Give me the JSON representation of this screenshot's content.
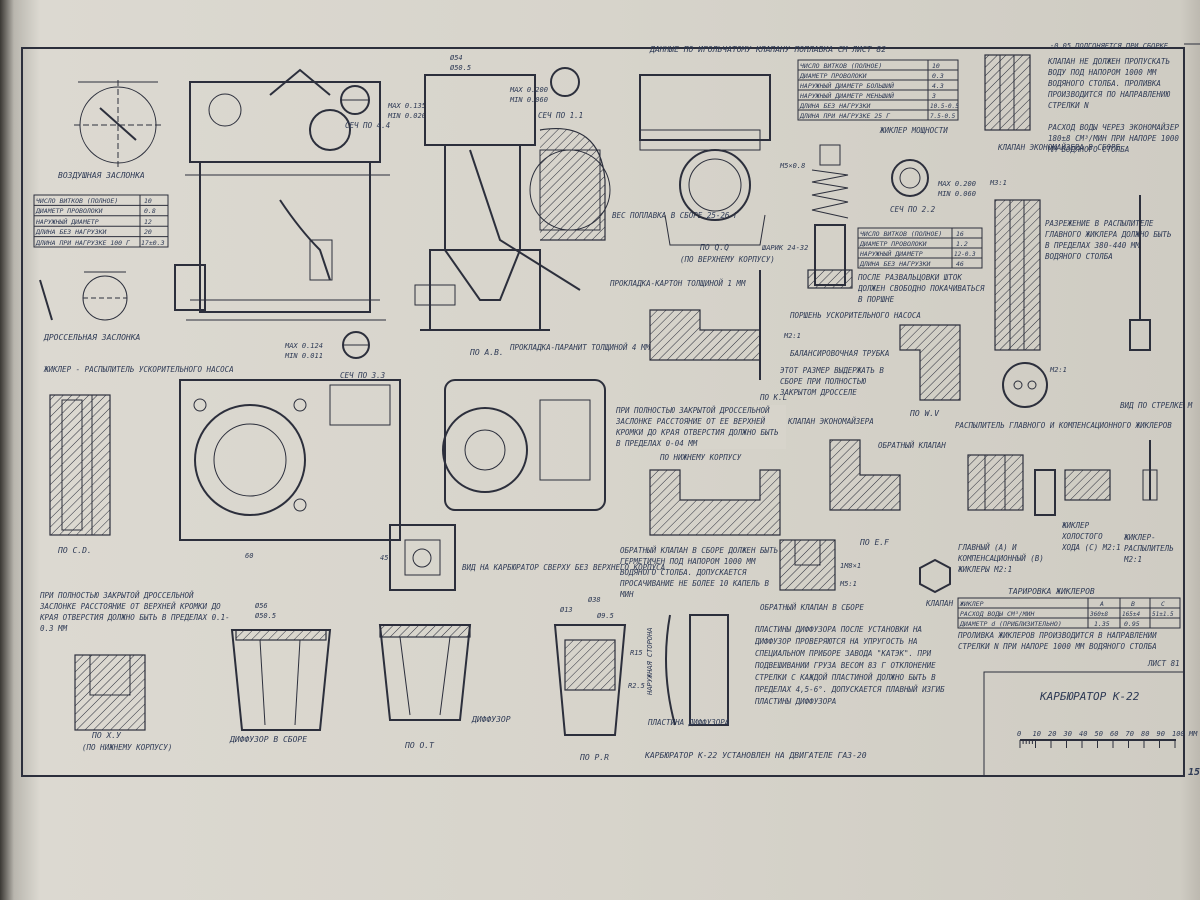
{
  "sheet": {
    "title_block": {
      "title": "КАРБЮРАТОР К-22",
      "sheet": "ЛИСТ 81",
      "page_number": "15",
      "scale_ticks": [
        "0",
        "10",
        "20",
        "30",
        "40",
        "50",
        "60",
        "70",
        "80",
        "90",
        "100 ММ"
      ]
    },
    "bottom_note": "КАРБЮРАТОР К-22 УСТАНОВЛЕН НА ДВИГАТЕЛЕ ГАЗ-20"
  },
  "views": {
    "air_damper": "ВОЗДУШНАЯ ЗАСЛОНКА",
    "throttle": "ДРОССЕЛЬНАЯ ЗАСЛОНКА",
    "accel_jet": "ЖИКЛЕР - РАСПЫЛИТЕЛЬ УСКОРИТЕЛЬНОГО НАСОСА",
    "sec_33": "СЕЧ ПО 3.3",
    "sec_44": "СЕЧ ПО 4.4",
    "sec_11": "СЕЧ ПО 1.1",
    "sec_22": "СЕЧ ПО 2.2",
    "view_ab": "ПО А.В.",
    "view_cd": "ПО С.D.",
    "view_qq": "ПО Q.Q",
    "view_kl": "ПО К.L",
    "view_wv": "ПО W.V",
    "view_ef": "ПО Е.F",
    "view_xy": "ПО Х.У",
    "view_xy_sub": "(ПО НИЖНЕМУ КОРПУСУ)",
    "view_ot": "ПО О.Т",
    "view_pr": "ПО Р.R",
    "view_top": "ВИД НА КАРБЮРАТОР СВЕРХУ БЕЗ ВЕРХНЕГО КОРПУСА",
    "view_lower": "ПО НИЖНЕМУ КОРПУСУ",
    "view_upper": "(ПО ВЕРХНЕМУ КОРПУСУ)",
    "view_m": "ВИД ПО СТРЕЛКЕ М",
    "diffuser_asm": "ДИФФУЗОР В СБОРЕ",
    "diffuser": "ДИФФУЗОР",
    "diffuser_plate": "ПЛАСТИНА ДИФФУЗОРА",
    "outer_side": "НАРУЖНАЯ СТОРОНА",
    "valve": "КЛАПАН",
    "check_valve": "ОБРАТНЫЙ КЛАПАН",
    "check_valve_asm": "ОБРАТНЫЙ КЛАПАН В СБОРЕ",
    "balance_tube": "БАЛАНСИРОВОЧНАЯ ТРУБКА",
    "econ_valve": "КЛАПАН ЭКОНОМАЙЗЕРА",
    "econ_valve_asm": "КЛАПАН ЭКОНОМАЙЗЕРА В СБОРЕ",
    "power_jet": "ЖИКЛЕР МОЩНОСТИ",
    "pump_piston": "ПОРШЕНЬ УСКОРИТЕЛЬНОГО НАСОСА",
    "main_comp_sprayer": "РАСПЫЛИТЕЛЬ ГЛАВНОГО И КОМПЕНСАЦИОННОГО ЖИКЛЕРОВ",
    "main_comp_jets": "ГЛАВНЫЙ (А) И КОМПЕНСАЦИОННЫЙ (В) ЖИКЛЕРЫ М2:1",
    "idle_jet": "ЖИКЛЕР ХОЛОСТОГО ХОДА (С) М2:1",
    "sprayer_jet": "ЖИКЛЕР- РАСПЫЛИТЕЛЬ М2:1",
    "float_weight": "ВЕС ПОПЛАВКА В СБОРЕ 25-26 Г",
    "gasket_karton": "ПРОКЛАДКА-КАРТОН ТОЛЩИНОЙ 1 ММ",
    "gasket_paranit": "ПРОКЛАДКА-ПАРАНИТ ТОЛЩИНОЙ 4 ММ",
    "ball": "ШАРИК 24-32"
  },
  "notes": {
    "needle_valve": "ДАННЫЕ ПО ИГОЛЬЧАТОМУ КЛАПАНУ ПОПЛАВКА СМ ЛИСТ 82",
    "fit_on_assembly": "-0.05 ПОДГОНЯЕТСЯ ПРИ СБОРКЕ",
    "power_leak": "КЛАПАН НЕ ДОЛЖЕН ПРОПУСКАТЬ ВОДУ ПОД НАПОРОМ 1000 ММ ВОДЯНОГО СТОЛБА. ПРОЛИВКА ПРОИЗВОДИТСЯ ПО НАПРАВЛЕНИЮ СТРЕЛКИ N",
    "econ_flow": "РАСХОД ВОДЫ ЧЕРЕЗ ЭКОНОМАЙЗЕР 180±8 СМ³/МИН ПРИ НАПОРЕ 1000 ММ ВОДЯНОГО СТОЛБА",
    "piston_rod": "ПОСЛЕ РАЗВАЛЬЦОВКИ ШТОК ДОЛЖЕН СВОБОДНО ПОКАЧИВАТЬСЯ В ПОРШНЕ",
    "vacuum": "РАЗРЕЖЕНИЕ В РАСПЫЛИТЕЛЕ ГЛАВНОГО ЖИКЛЕРА ДОЛЖНО БЫТЬ В ПРЕДЕЛАХ 380-440 ММ ВОДЯНОГО СТОЛБА",
    "size_keep": "ЭТОТ РАЗМЕР ВЫДЕРЖАТЬ В СБОРЕ ПРИ ПОЛНОСТЬЮ ЗАКРЫТОМ ДРОССЕЛЕ",
    "throttle_closed_1": "ПРИ ПОЛНОСТЬЮ ЗАКРЫТОЙ ДРОССЕЛЬНОЙ ЗАСЛОНКЕ РАССТОЯНИЕ ОТ ЕЕ ВЕРХНЕЙ КРОМКИ ДО КРАЯ ОТВЕРСТИЯ ДОЛЖНО БЫТЬ В ПРЕДЕЛАХ 0-04 ММ",
    "throttle_closed_2": "ПРИ ПОЛНОСТЬЮ ЗАКРЫТОЙ ДРОССЕЛЬНОЙ ЗАСЛОНКЕ РАССТОЯНИЕ ОТ ВЕРХНЕЙ КРОМКИ ДО КРАЯ ОТВЕРСТИЯ ДОЛЖНО БЫТЬ В ПРЕДЕЛАХ 0.1-0.3 ММ",
    "check_valve_seal": "ОБРАТНЫЙ КЛАПАН В СБОРЕ ДОЛЖЕН БЫТЬ ГЕРМЕТИЧЕН ПОД НАПОРОМ 1000 ММ ВОДЯНОГО СТОЛБА. ДОПУСКАЕТСЯ ПРОСАЧИВАНИЕ НЕ БОЛЕЕ 10 КАПЕЛЬ В МИН",
    "plates": "ПЛАСТИНЫ ДИФФУЗОРА ПОСЛЕ УСТАНОВКИ НА ДИФФУЗОР ПРОВЕРЯЮТСЯ НА УПРУГОСТЬ НА СПЕЦИАЛЬНОМ ПРИБОРЕ ЗАВОДА \"КАТЭК\". ПРИ ПОДВЕШИВАНИИ ГРУЗА ВЕСОМ 83 Г ОТКЛОНЕНИЕ СТРЕЛКИ С КАЖДОЙ ПЛАСТИНОЙ ДОЛЖНО БЫТЬ В ПРЕДЕЛАХ 4,5-6°. ДОПУСКАЕТСЯ ПЛАВНЫЙ ИЗГИБ ПЛАСТИНЫ ДИФФУЗОРА",
    "jet_proliv": "ПРОЛИВКА ЖИКЛЕРОВ ПРОИЗВОДИТСЯ В НАПРАВЛЕНИИ СТРЕЛКИ N ПРИ НАПОРЕ 1000 ММ ВОДЯНОГО СТОЛБА"
  },
  "tables": {
    "air_spring": [
      [
        "ЧИСЛО ВИТКОВ (ПОЛНОЕ)",
        "10"
      ],
      [
        "ДИАМЕТР ПРОВОЛОКИ",
        "0.8"
      ],
      [
        "НАРУЖНЫЙ ДИАМЕТР",
        "12"
      ],
      [
        "ДЛИНА БЕЗ НАГРУЗКИ",
        "20"
      ],
      [
        "ДЛИНА ПРИ НАГРУЗКЕ 100 Г",
        "17±0.3"
      ]
    ],
    "econ_spring": [
      [
        "ЧИСЛО ВИТКОВ (ПОЛНОЕ)",
        "10"
      ],
      [
        "ДИАМЕТР ПРОВОЛОКИ",
        "0.3"
      ],
      [
        "НАРУЖНЫЙ ДИАМЕТР БОЛЬШИЙ",
        "4.3"
      ],
      [
        "НАРУЖНЫЙ ДИАМЕТР МЕНЬШИЙ",
        "3"
      ],
      [
        "ДЛИНА БЕЗ НАГРУЗКИ",
        "10.5-0.5"
      ],
      [
        "ДЛИНА ПРИ НАГРУЗКЕ 25 Г",
        "7.5-0.5"
      ]
    ],
    "pump_spring": [
      [
        "ЧИСЛО ВИТКОВ (ПОЛНОЕ)",
        "16"
      ],
      [
        "ДИАМЕТР ПРОВОЛОКИ",
        "1.2"
      ],
      [
        "НАРУЖНЫЙ ДИАМЕТР",
        "12-0.3"
      ],
      [
        "ДЛИНА БЕЗ НАГРУЗКИ",
        "46"
      ]
    ],
    "calibration": {
      "title": "ТАРИРОВКА ЖИКЛЕРОВ",
      "header": [
        "ЖИКЛЕР",
        "А",
        "В",
        "С"
      ],
      "rows": [
        [
          "РАСХОД ВОДЫ СМ³/МИН",
          "360±8",
          "165±4",
          "51±1.5"
        ],
        [
          "ДИАМЕТР d (ПРИБЛИЗИТЕЛЬНО)",
          "1.35",
          "0.95",
          ""
        ]
      ]
    }
  },
  "dims": {
    "d54": "Ø54",
    "d50": "Ø50.5",
    "max035": "МАХ 0.135",
    "min020": "MIN 0.020",
    "max200": "МАХ 0.200",
    "min060": "MIN 0.060",
    "max124": "МАХ 0.124",
    "min011": "MIN 0.011",
    "m5": "M5×0.8",
    "m21": "M2:1",
    "m31": "M3:1",
    "m18": "1M8×1",
    "m51": "M5:1",
    "d56": "Ø56",
    "d505": "Ø50.5",
    "d38": "Ø38",
    "d95": "Ø9.5",
    "d13": "Ø13",
    "r15": "R15",
    "r25": "R2.5"
  }
}
